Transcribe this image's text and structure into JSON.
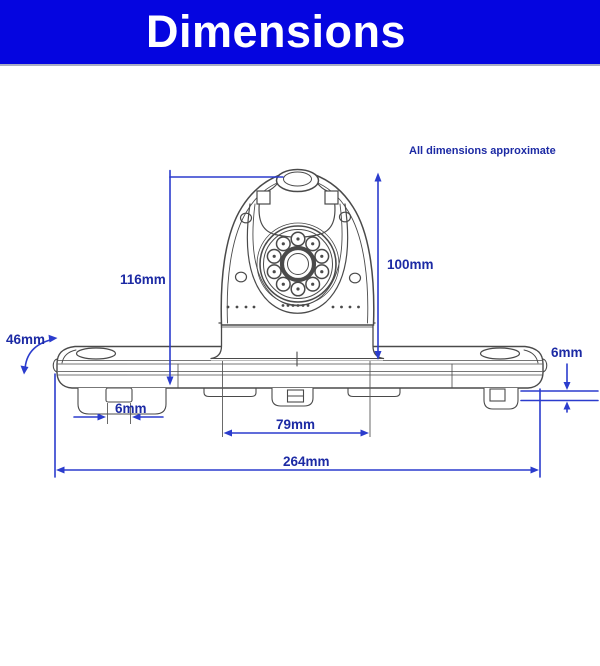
{
  "header": {
    "title": "Dimensions"
  },
  "annotations": {
    "note": "All dimensions approximate"
  },
  "dimensions": {
    "overall_height": "116mm",
    "camera_height": "100mm",
    "depth": "46mm",
    "clip_slot_width": "6mm",
    "clip_height": "6mm",
    "pedestal_width": "79mm",
    "overall_width": "264mm"
  },
  "colors": {
    "header_bg": "#0505e0",
    "header_text": "#ffffff",
    "dimension_line": "#2b3ccd",
    "dimension_label": "#1c2aa4",
    "drawing_stroke": "#4a4a4a",
    "extension_line": "#5a5a5a",
    "background": "#ffffff"
  },
  "subject": "rear camera brake-light unit front view"
}
